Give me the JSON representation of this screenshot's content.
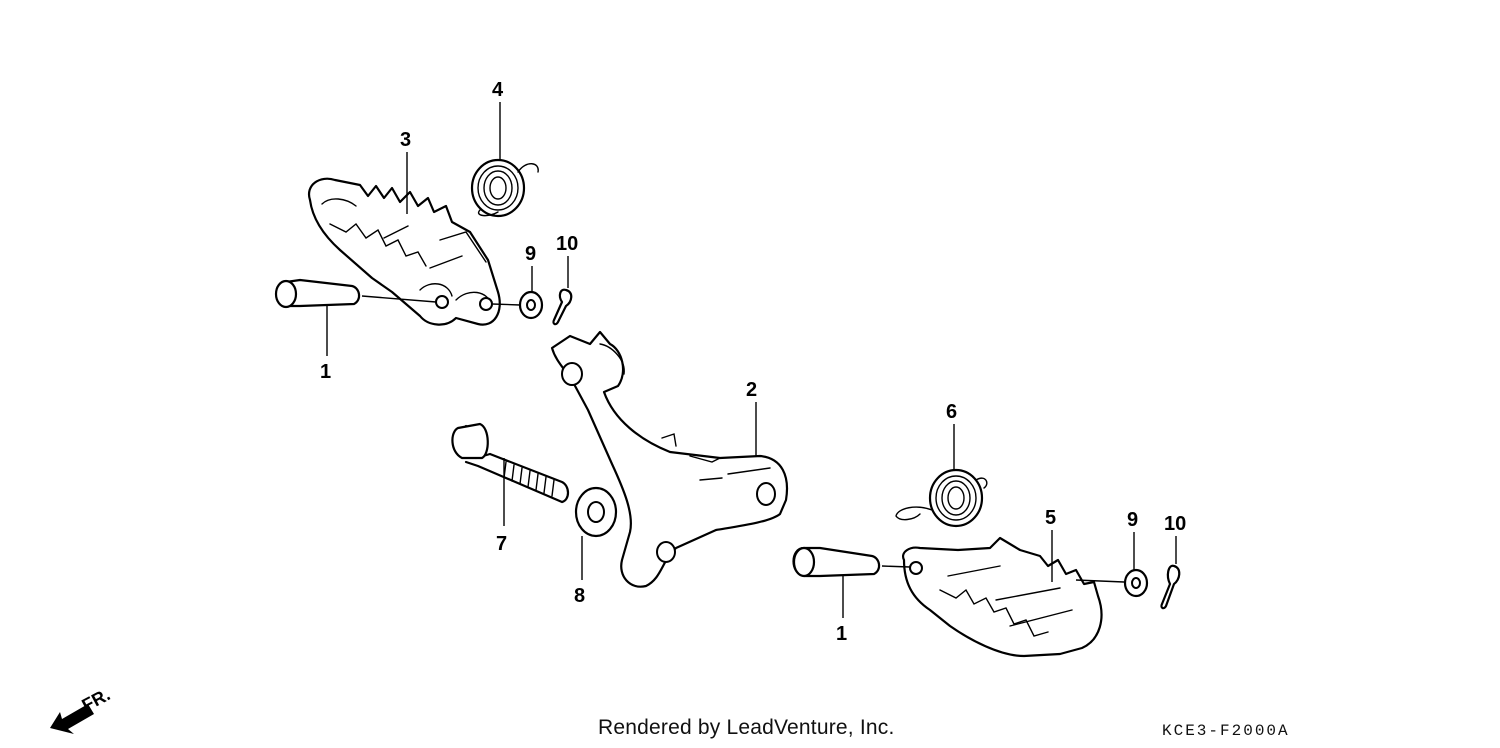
{
  "callouts": [
    {
      "id": "c1a",
      "label": "1"
    },
    {
      "id": "c1b",
      "label": "1"
    },
    {
      "id": "c2",
      "label": "2"
    },
    {
      "id": "c3",
      "label": "3"
    },
    {
      "id": "c4",
      "label": "4"
    },
    {
      "id": "c5",
      "label": "5"
    },
    {
      "id": "c6",
      "label": "6"
    },
    {
      "id": "c7",
      "label": "7"
    },
    {
      "id": "c8",
      "label": "8"
    },
    {
      "id": "c9a",
      "label": "9"
    },
    {
      "id": "c9b",
      "label": "9"
    },
    {
      "id": "c10a",
      "label": "10"
    },
    {
      "id": "c10b",
      "label": "10"
    }
  ],
  "front_indicator": {
    "label": "FR.",
    "icon": "front-arrow-icon"
  },
  "footer": {
    "credit": "Rendered by LeadVenture, Inc.",
    "diagram_code": "KCE3-F2000A"
  }
}
